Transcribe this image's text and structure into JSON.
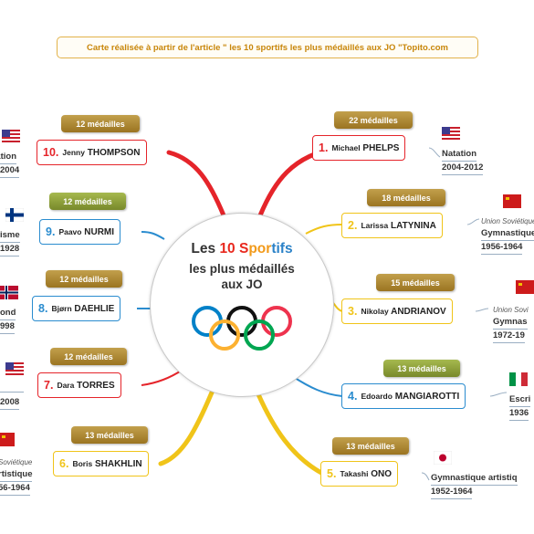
{
  "header_text": "Carte réalisée à partir de l'article \" les 10 sportifs les plus médaillés aux JO \"Topito.com",
  "center": {
    "line1_prefix": "Les ",
    "num": "10",
    "word_a": "S",
    "word_b": "por",
    "word_c": "tifs",
    "line2": "les plus médaillés",
    "line3": "aux JO"
  },
  "athletes": [
    {
      "rank": "1.",
      "first": "Michael",
      "last": "PHELPS",
      "medals": "22 médailles",
      "country": "",
      "sport": "Natation",
      "years": "2004-2012",
      "flag": "usa-flag-icon",
      "branch_color": "#e5242a"
    },
    {
      "rank": "2.",
      "first": "Larissa",
      "last": "LATYNINA",
      "medals": "18 médailles",
      "country": "Union Soviétique",
      "sport": "Gymnastique",
      "years": "1956-1964",
      "flag": "ussr-flag-icon",
      "branch_color": "#f0c419"
    },
    {
      "rank": "3.",
      "first": "Nikolay",
      "last": "ANDRIANOV",
      "medals": "15 médailles",
      "country": "Union Sovi",
      "sport": "Gymnas",
      "years": "1972-19",
      "flag": "ussr-flag-icon",
      "branch_color": "#f0c419"
    },
    {
      "rank": "4.",
      "first": "Edoardo",
      "last": "MANGIAROTTI",
      "medals": "13 médailles",
      "country": "",
      "sport": "Escri",
      "years": "1936",
      "flag": "italy-flag-icon",
      "branch_color": "#2a8ccf"
    },
    {
      "rank": "5.",
      "first": "Takashi",
      "last": "ONO",
      "medals": "13 médailles",
      "country": "",
      "sport": "Gymnastique artistiq",
      "years": "1952-1964",
      "flag": "japan-flag-icon",
      "branch_color": "#f0c419"
    },
    {
      "rank": "6.",
      "first": "Boris",
      "last": "SHAKHLIN",
      "medals": "13 médailles",
      "country": "Soviétique",
      "sport": "rtistique",
      "years": "56-1964",
      "flag": "ussr-flag-icon",
      "branch_color": "#f0c419"
    },
    {
      "rank": "7.",
      "first": "Dara",
      "last": "TORRES",
      "medals": "12 médailles",
      "country": "",
      "sport": "",
      "years": "2008",
      "flag": "usa-flag-icon",
      "branch_color": "#e5242a"
    },
    {
      "rank": "8.",
      "first": "Bjørn",
      "last": "DAEHLIE",
      "medals": "12 médailles",
      "country": "",
      "sport": "ond",
      "years": "998",
      "flag": "norway-flag-icon",
      "branch_color": "#2a8ccf"
    },
    {
      "rank": "9.",
      "first": "Paavo",
      "last": "NURMI",
      "medals": "12 médailles",
      "country": "",
      "sport": "isme",
      "years": "1928",
      "flag": "finland-flag-icon",
      "branch_color": "#2a8ccf"
    },
    {
      "rank": "10.",
      "first": "Jenny",
      "last": "THOMPSON",
      "medals": "12 médailles",
      "country": "",
      "sport": "Natation",
      "years": "2004",
      "flag": "usa-flag-icon",
      "branch_color": "#e5242a"
    }
  ],
  "colors": {
    "red": "#e5242a",
    "yellow": "#f0c419",
    "blue": "#2a8ccf",
    "medal_gold": "#a8812c",
    "medal_green": "#8a9c35",
    "header_border": "#e2b24a"
  }
}
